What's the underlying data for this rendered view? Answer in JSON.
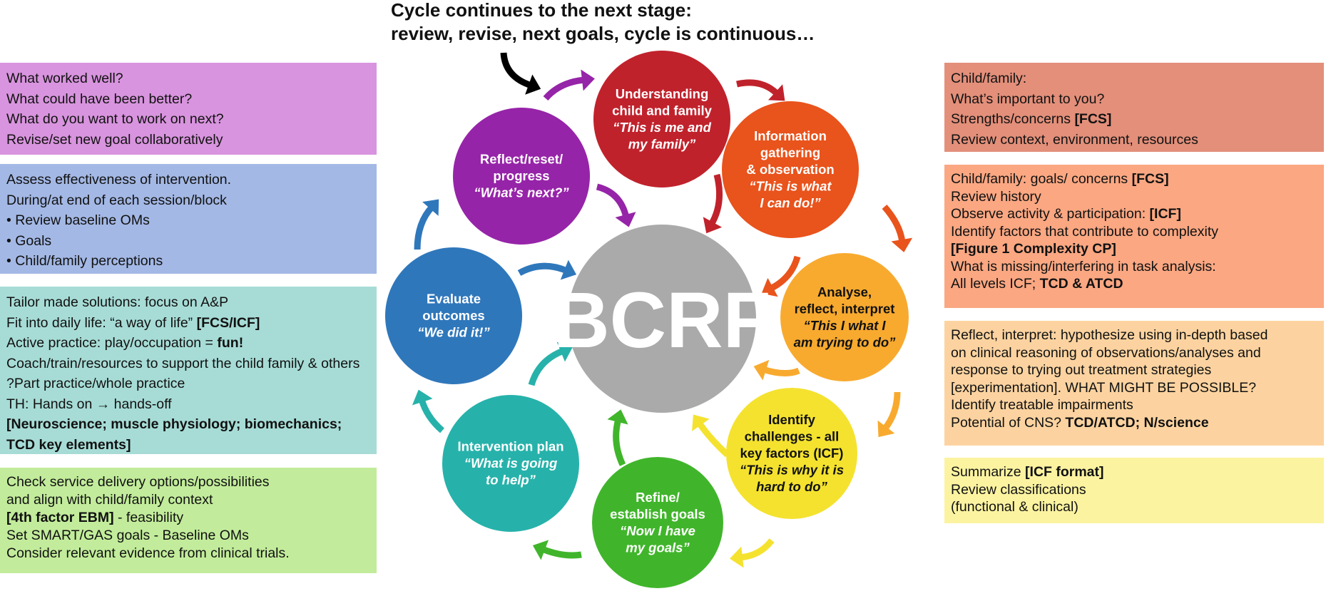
{
  "header": {
    "line1": "Cycle continues to the next stage:",
    "line2": "review, revise, next goals, cycle is continuous…"
  },
  "center": {
    "label": "BCRF",
    "color": "#aaaaaa"
  },
  "stages": [
    {
      "key": "understanding",
      "title": [
        "Understanding",
        "child and family"
      ],
      "quote": [
        "“This is me and",
        "my family”"
      ],
      "color": "#c0222c",
      "dark_text": false
    },
    {
      "key": "information",
      "title": [
        "Information",
        "gathering",
        "& observation"
      ],
      "quote": [
        "“This is what",
        "I can do!”"
      ],
      "color": "#e9531c",
      "dark_text": false
    },
    {
      "key": "analyse",
      "title": [
        "Analyse,",
        "reflect, interpret"
      ],
      "quote": [
        "“This I what I",
        "am trying to do”"
      ],
      "color": "#f8aa2f",
      "dark_text": true
    },
    {
      "key": "identify",
      "title": [
        "Identify",
        "challenges - all",
        "key factors (ICF)"
      ],
      "quote": [
        "“This is why it is",
        "hard to do”"
      ],
      "color": "#f4e22f",
      "dark_text": true
    },
    {
      "key": "refine",
      "title": [
        "Refine/",
        "establish goals"
      ],
      "quote": [
        "“Now I have",
        "my goals”"
      ],
      "color": "#40b52b",
      "dark_text": false
    },
    {
      "key": "intervention",
      "title": [
        "Intervention plan"
      ],
      "quote": [
        "“What is going",
        "to help”"
      ],
      "color": "#26b2aa",
      "dark_text": false
    },
    {
      "key": "evaluate",
      "title": [
        "Evaluate",
        "outcomes"
      ],
      "quote": [
        "“We did it!”"
      ],
      "color": "#2f77bb",
      "dark_text": false
    },
    {
      "key": "reflect",
      "title": [
        "Reflect/reset/",
        "progress"
      ],
      "quote": [
        "“What’s next?”"
      ],
      "color": "#9624a8",
      "dark_text": false
    }
  ],
  "left_boxes": [
    {
      "color": "#d894de",
      "lines": [
        [
          {
            "t": "What worked well?"
          }
        ],
        [
          {
            "t": "What could have been better?"
          }
        ],
        [
          {
            "t": "What do you want to work on next?"
          }
        ],
        [
          {
            "t": "Revise/set new goal collaboratively"
          }
        ]
      ]
    },
    {
      "color": "#a3b8e5",
      "lines": [
        [
          {
            "t": "Assess effectiveness of intervention."
          }
        ],
        [
          {
            "t": "During/at end of each session/block"
          }
        ],
        [
          {
            "t": "•  Review baseline OMs"
          }
        ],
        [
          {
            "t": "•  Goals"
          }
        ],
        [
          {
            "t": "•  Child/family perceptions"
          }
        ]
      ]
    },
    {
      "color": "#a7dcd6",
      "lines": [
        [
          {
            "t": "Tailor made solutions: focus on A&P"
          }
        ],
        [
          {
            "t": "Fit into daily life: “a way of life” "
          },
          {
            "t": "[FCS/ICF]",
            "b": true
          }
        ],
        [
          {
            "t": "Active practice: play/occupation = "
          },
          {
            "t": "fun!",
            "b": true
          }
        ],
        [
          {
            "t": "Coach/train/resources to support the child family & others"
          }
        ],
        [
          {
            "t": "?Part practice/whole practice"
          }
        ],
        [
          {
            "t": "TH: Hands on → hands-off"
          }
        ],
        [
          {
            "t": "[Neuroscience; muscle physiology; biomechanics;",
            "b": true
          }
        ],
        [
          {
            "t": "TCD key elements]",
            "b": true
          }
        ]
      ]
    },
    {
      "color": "#c2ec9b",
      "lines": [
        [
          {
            "t": "Check service delivery options/possibilities"
          }
        ],
        [
          {
            "t": "and align with child/family context"
          }
        ],
        [
          {
            "t": "[4th factor EBM]",
            "b": true
          },
          {
            "t": " - feasibility"
          }
        ],
        [
          {
            "t": "Set SMART/GAS goals - Baseline OMs"
          }
        ],
        [
          {
            "t": "Consider relevant evidence from clinical trials."
          }
        ]
      ]
    }
  ],
  "right_boxes": [
    {
      "color": "#e38f7a",
      "lines": [
        [
          {
            "t": "Child/family:"
          }
        ],
        [
          {
            "t": "What’s important to you?"
          }
        ],
        [
          {
            "t": "Strengths/concerns "
          },
          {
            "t": "[FCS]",
            "b": true
          }
        ],
        [
          {
            "t": "Review context, environment, resources"
          }
        ]
      ]
    },
    {
      "color": "#faa782",
      "lines": [
        [
          {
            "t": "Child/family: goals/ concerns "
          },
          {
            "t": "[FCS]",
            "b": true
          }
        ],
        [
          {
            "t": "Review history"
          }
        ],
        [
          {
            "t": "Observe activity & participation: "
          },
          {
            "t": "[ICF]",
            "b": true
          }
        ],
        [
          {
            "t": "Identify factors that contribute to complexity"
          }
        ],
        [
          {
            "t": "[Figure 1 Complexity CP]",
            "b": true
          }
        ],
        [
          {
            "t": "What is missing/interfering in task analysis:"
          }
        ],
        [
          {
            "t": "All levels ICF; "
          },
          {
            "t": "TCD & ATCD",
            "b": true
          }
        ]
      ]
    },
    {
      "color": "#fcd3a0",
      "lines": [
        [
          {
            "t": "Reflect, interpret: hypothesize using in-depth based"
          }
        ],
        [
          {
            "t": "on clinical reasoning of observations/analyses and"
          }
        ],
        [
          {
            "t": "response to trying out treatment strategies"
          }
        ],
        [
          {
            "t": "[experimentation]. WHAT MIGHT BE POSSIBLE?"
          }
        ],
        [
          {
            "t": "Identify treatable impairments"
          }
        ],
        [
          {
            "t": "Potential of CNS? "
          },
          {
            "t": "TCD/ATCD; N/science",
            "b": true
          }
        ]
      ]
    },
    {
      "color": "#fbf3a0",
      "lines": [
        [
          {
            "t": "Summarize "
          },
          {
            "t": "[ICF format]",
            "b": true
          }
        ],
        [
          {
            "t": "Review classifications"
          }
        ],
        [
          {
            "t": "(functional & clinical)"
          }
        ]
      ]
    }
  ]
}
